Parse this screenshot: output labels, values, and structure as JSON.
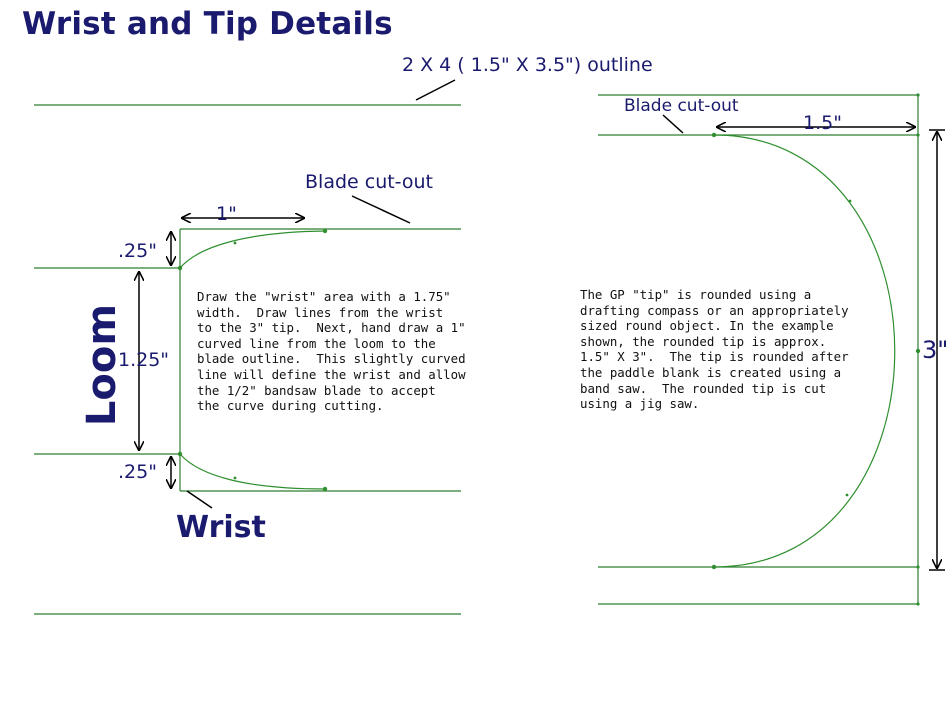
{
  "title": "Wrist and Tip Details",
  "outline_label": "2 X 4 ( 1.5\" X 3.5\") outline",
  "left": {
    "blade_label": "Blade cut-out",
    "dim_1in": "1\"",
    "dim_top": ".25\"",
    "dim_mid": "1.25\"",
    "dim_bottom": ".25\"",
    "loom_label": "Loom",
    "wrist_label": "Wrist",
    "note": "Draw the \"wrist\" area with a 1.75\"\nwidth.  Draw lines from the wrist\nto the 3\" tip.  Next, hand draw a 1\"\ncurved line from the loom to the\nblade outline.  This slightly curved\nline will define the wrist and allow\nthe 1/2\" bandsaw blade to accept\nthe curve during cutting."
  },
  "right": {
    "blade_label": "Blade cut-out",
    "dim_width": "1.5\"",
    "dim_height": "3\"",
    "note": "The GP \"tip\" is rounded using a\ndrafting compass or an appropriately\nsized round object. In the example\nshown, the rounded tip is approx.\n1.5\" X 3\".  The tip is rounded after\nthe paddle blank is created using a\nband saw.  The rounded tip is cut\nusing a jig saw."
  },
  "colors": {
    "outline_green": "#2e7d32",
    "curve_green": "#2f8f2f",
    "text_navy": "#1a1a6e",
    "arrow_black": "#000000"
  }
}
